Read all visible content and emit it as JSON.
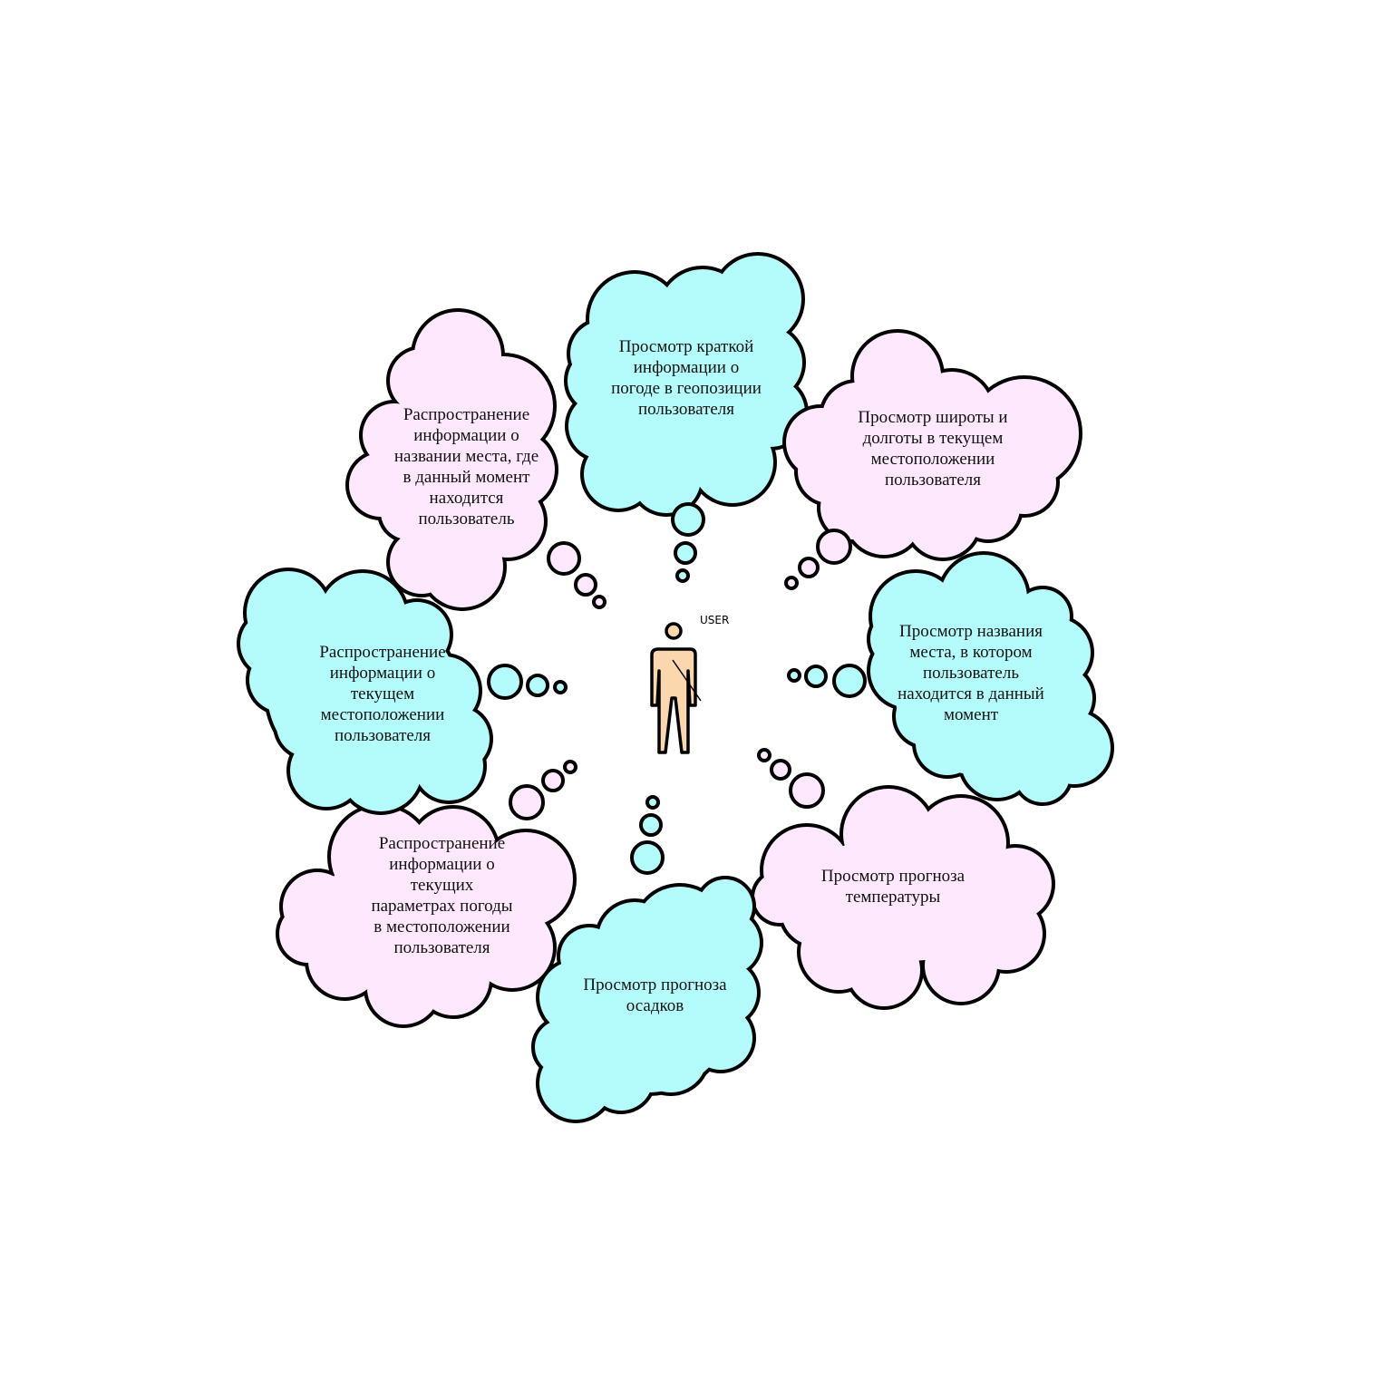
{
  "colors": {
    "cyan": "#b3fcfb",
    "pink": "#fee8fd",
    "outline": "#000000",
    "skin": "#fbd7ae"
  },
  "actor": {
    "label": "USER"
  },
  "clouds": [
    {
      "id": "weather-brief",
      "color": "cyan",
      "text": "Просмотр краткой\nинформации о\nпогоде в геопозиции\nпользователя"
    },
    {
      "id": "lat-lon",
      "color": "pink",
      "text": "Просмотр широты и\nдолготы в текущем\nместоположении\nпользователя"
    },
    {
      "id": "place-name",
      "color": "cyan",
      "text": "Просмотр названия\nместа, в котором\nпользователь\nнаходится в данный\nмомент"
    },
    {
      "id": "temperature-forecast",
      "color": "pink",
      "text": "Просмотр прогноза\nтемпературы"
    },
    {
      "id": "precipitation-forecast",
      "color": "cyan",
      "text": "Просмотр прогноза\nосадков"
    },
    {
      "id": "share-weather",
      "color": "pink",
      "text": "Распространение\nинформации о\nтекущих\nпараметрах погоды\nв местоположении\nпользователя"
    },
    {
      "id": "share-location",
      "color": "cyan",
      "text": "Распространение\nинформации о\nтекущем\nместоположении\nпользователя"
    },
    {
      "id": "share-place-name",
      "color": "pink",
      "text": "Распространение\nинформации о\nназвании места, где\nв данный момент\nнаходится\nпользователь"
    }
  ]
}
